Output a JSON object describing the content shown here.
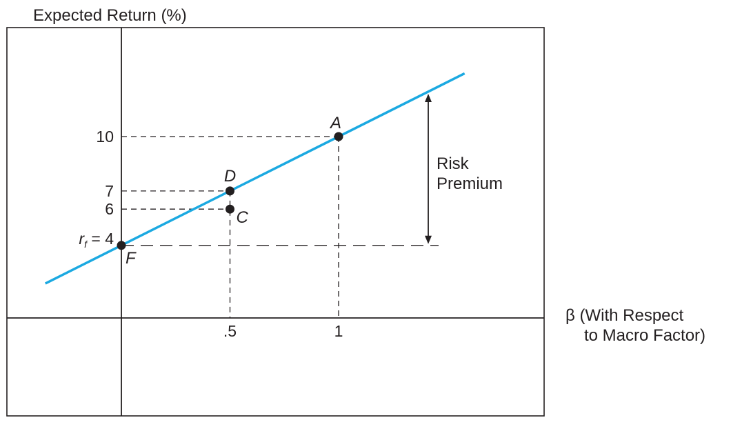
{
  "chart_data": {
    "type": "line",
    "ylabel": "Expected Return (%)",
    "xlabel_line1": "β (With Respect",
    "xlabel_line2": "to Macro Factor)",
    "x_ticks": [
      {
        "value": 0.5,
        "label": ".5"
      },
      {
        "value": 1,
        "label": "1"
      }
    ],
    "y_ticks": [
      {
        "value": 10,
        "label": "10"
      },
      {
        "value": 7,
        "label": "7"
      },
      {
        "value": 6,
        "label": "6"
      }
    ],
    "rf_label": {
      "prefix": "r",
      "sub": "f",
      "suffix": " = 4"
    },
    "line": {
      "intercept": 4,
      "slope": 6
    },
    "points": [
      {
        "label": "A",
        "x": 1,
        "y": 10
      },
      {
        "label": "D",
        "x": 0.5,
        "y": 7
      },
      {
        "label": "C",
        "x": 0.5,
        "y": 6
      },
      {
        "label": "F",
        "x": 0,
        "y": 4
      }
    ],
    "risk_premium_label": [
      "Risk",
      "Premium"
    ],
    "colors": {
      "line": "#1ba9e1",
      "ink": "#231f20"
    }
  }
}
